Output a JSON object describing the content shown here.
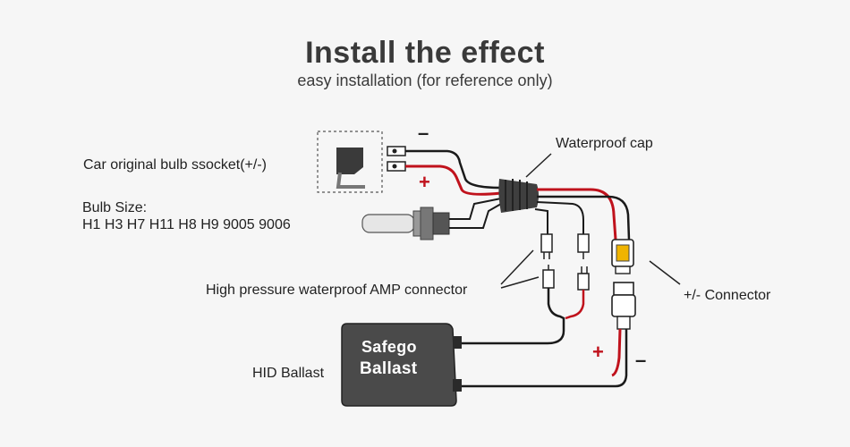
{
  "header": {
    "title": "Install the effect",
    "subtitle": "easy installation (for reference only)"
  },
  "labels": {
    "bulb_socket": "Car original bulb ssocket(+/-)",
    "bulb_size_heading": "Bulb Size:",
    "bulb_size_list": "H1 H3 H7 H11 H8 H9 9005 9006",
    "waterproof_cap": "Waterproof cap",
    "amp_connector": "High pressure waterproof AMP connector",
    "pm_connector": "+/- Connector",
    "hid_ballast": "HID Ballast"
  },
  "ballast": {
    "brand": "Safego",
    "name": "Ballast"
  },
  "signs": {
    "minus": "–",
    "plus": "+"
  },
  "colors": {
    "positive_wire": "#c0121c",
    "negative_wire": "#1a1a1a",
    "ballast_body": "#4a4a4a"
  }
}
